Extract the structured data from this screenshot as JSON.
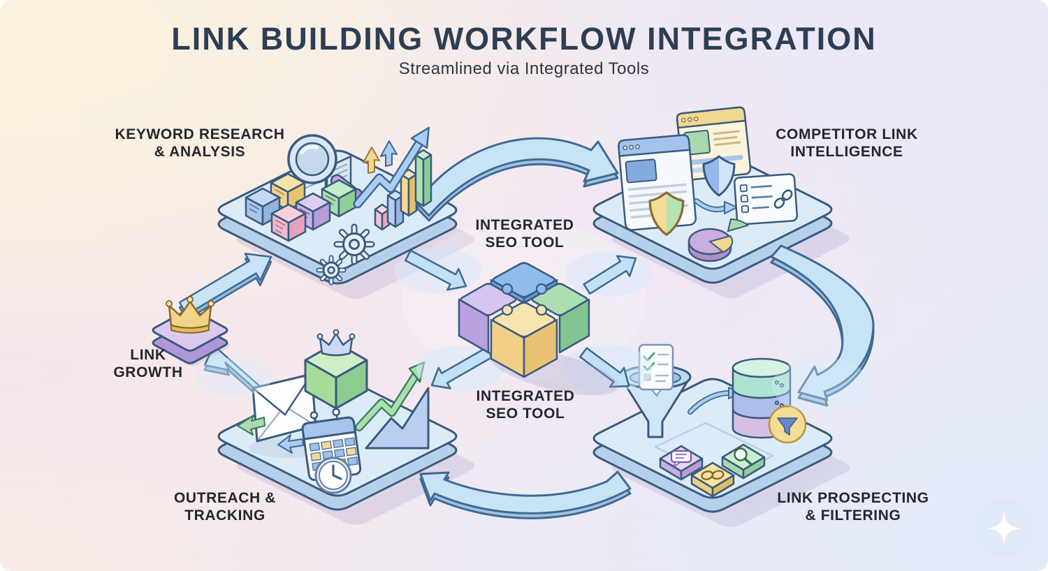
{
  "title": "LINK BUILDING WORKFLOW INTEGRATION",
  "subtitle": "Streamlined via Integrated Tools",
  "center_hub": {
    "label_top": "INTEGRATED\nSEO TOOL",
    "label_bottom": "INTEGRATED\nSEO TOOL",
    "icon": "puzzle-pieces-icon"
  },
  "stages": {
    "keyword_research": {
      "label": "KEYWORD RESEARCH\n& ANALYSIS",
      "icons": [
        "magnifier-icon",
        "keyword-cubes-icon",
        "gear-icon",
        "bar-chart-icon",
        "growth-arrow-icon"
      ]
    },
    "competitor_intelligence": {
      "label": "COMPETITOR LINK\nINTELLIGENCE",
      "icons": [
        "browser-window-icon",
        "shield-icon",
        "backlink-card-icon",
        "chain-link-icon",
        "pie-chart-icon"
      ]
    },
    "link_prospecting": {
      "label": "LINK PROSPECTING\n& FILTERING",
      "icons": [
        "funnel-icon",
        "checklist-icon",
        "database-icon",
        "filter-badge-icon",
        "chat-tile-icon",
        "chain-tile-icon",
        "search-tile-icon"
      ]
    },
    "outreach_tracking": {
      "label": "OUTREACH &\nTRACKING",
      "icons": [
        "envelope-icon",
        "send-arrow-icon",
        "calendar-icon",
        "clock-icon",
        "line-chart-icon",
        "crown-cube-icon"
      ]
    },
    "link_growth": {
      "label": "LINK\nGROWTH",
      "icons": [
        "crown-icon",
        "podium-tile-icon"
      ]
    }
  },
  "flow": [
    {
      "from": "keyword_research",
      "to": "competitor_intelligence"
    },
    {
      "from": "competitor_intelligence",
      "to": "link_prospecting"
    },
    {
      "from": "link_prospecting",
      "to": "outreach_tracking"
    },
    {
      "from": "outreach_tracking",
      "to": "link_growth"
    },
    {
      "from": "link_growth",
      "to": "keyword_research"
    },
    {
      "from": "keyword_research",
      "to": "integrated_seo_tool"
    },
    {
      "from": "integrated_seo_tool",
      "to": "competitor_intelligence"
    },
    {
      "from": "integrated_seo_tool",
      "to": "link_prospecting"
    },
    {
      "from": "integrated_seo_tool",
      "to": "outreach_tracking"
    }
  ],
  "palette": {
    "outline": "#3a5a7e",
    "platform_top": "#dcebf8",
    "platform_side": "#b7d0ea",
    "arrow_fill": "#c8e3f6",
    "arrow_outline": "#3f6992",
    "puzzle_blue": "#8ebded",
    "puzzle_purple": "#d6c5ef",
    "puzzle_green": "#aadfb3",
    "puzzle_yellow": "#f7e3ac",
    "gold": "#f2d489",
    "title_color": "#2d3e54",
    "label_color": "#26262e",
    "bg_cream": "#faf2e0",
    "bg_pink": "#f5e9f1",
    "bg_blue": "#e9edf8"
  },
  "decorations": {
    "sparkle": "four-point-star"
  }
}
